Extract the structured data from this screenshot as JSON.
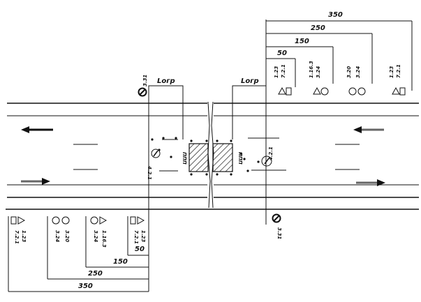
{
  "diagram": {
    "title_marks": {
      "l_left": "Lогр",
      "l_right": "Lогр"
    },
    "distances_right": [
      "350",
      "250",
      "150",
      "50"
    ],
    "distances_left": [
      "50",
      "150",
      "250",
      "350"
    ],
    "signs_right": [
      {
        "a": "1.23",
        "b": "7.2.1"
      },
      {
        "a": "1.16.3",
        "b": "3.24"
      },
      {
        "a": "3.20",
        "b": "3.24"
      },
      {
        "a": "1.23",
        "b": "7.2.1"
      }
    ],
    "signs_left": [
      {
        "a": "1.23",
        "b": "7.2.1"
      },
      {
        "a": "3.24",
        "b": "3.20"
      },
      {
        "a": "1.16.3",
        "b": "3.24"
      },
      {
        "a": "1.23",
        "b": "7.2.1"
      }
    ],
    "end_sign_top": "3.31",
    "end_sign_bottom": "3.31",
    "detour_left": "4.2.1",
    "detour_right": "4.2.1"
  }
}
